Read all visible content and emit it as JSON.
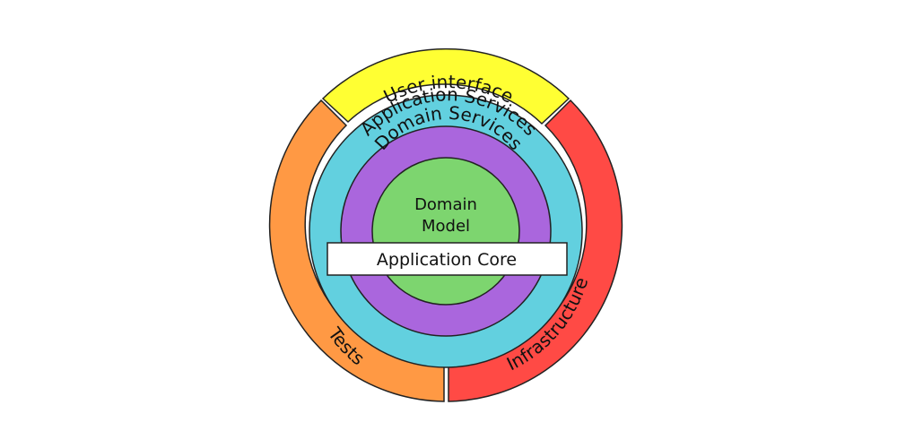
{
  "diagram": {
    "layers": {
      "user_interface": "User interface",
      "application_services": "Application Services",
      "domain_services": "Domain Services",
      "domain_model_line1": "Domain",
      "domain_model_line2": "Model",
      "application_core": "Application Core",
      "tests": "Tests",
      "infrastructure": "Infrastructure"
    },
    "colors": {
      "user_interface": "#ffff33",
      "tests": "#ff9944",
      "infrastructure": "#ff4a45",
      "application_services": "#62d0df",
      "domain_services": "#aa66dd",
      "domain_model": "#7dd56f",
      "application_core_box": "#ffffff",
      "outline": "#222222"
    }
  }
}
